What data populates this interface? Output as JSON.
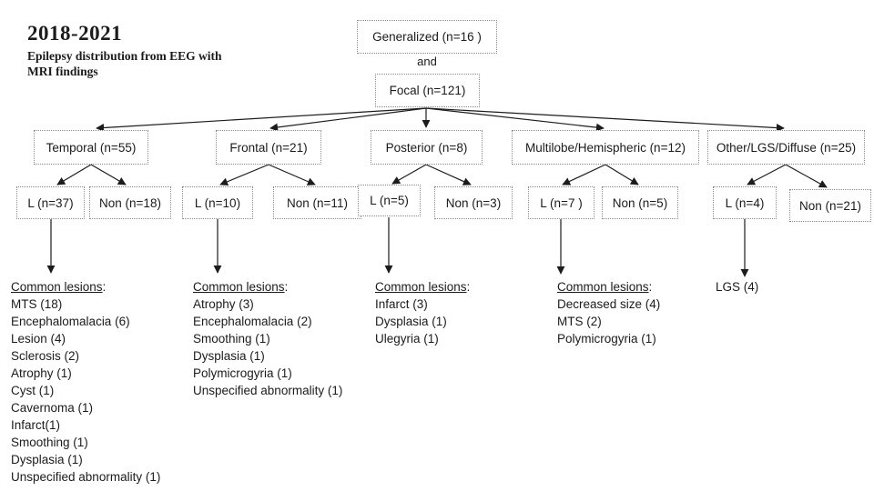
{
  "title": {
    "years": "2018-2021",
    "subtitle_line1": "Epilepsy distribution from EEG with",
    "subtitle_line2": "MRI findings"
  },
  "root": {
    "generalized": "Generalized (n=16 )",
    "connector": "and",
    "focal": "Focal (n=121)"
  },
  "regions": [
    {
      "label": "Temporal (n=55)",
      "lateralized": "L (n=37)",
      "non": "Non (n=18)"
    },
    {
      "label": "Frontal (n=21)",
      "lateralized": "L (n=10)",
      "non": "Non (n=11)"
    },
    {
      "label": "Posterior (n=8)",
      "lateralized": "L (n=5)",
      "non": "Non (n=3)"
    },
    {
      "label": "Multilobe/Hemispheric (n=12)",
      "lateralized": "L (n=7 )",
      "non": "Non (n=5)"
    },
    {
      "label": "Other/LGS/Diffuse (n=25)",
      "lateralized": "L (n=4)",
      "non": "Non (n=21)"
    }
  ],
  "lists": [
    {
      "header": "Common lesions",
      "colon": ":",
      "items": [
        "MTS (18)",
        "Encephalomalacia (6)",
        "Lesion (4)",
        "Sclerosis (2)",
        "Atrophy (1)",
        "Cyst (1)",
        "Cavernoma (1)",
        "Infarct(1)",
        "Smoothing (1)",
        "Dysplasia (1)",
        "Unspecified abnormality (1)"
      ]
    },
    {
      "header": "Common lesions",
      "colon": ":",
      "items": [
        "Atrophy (3)",
        "Encephalomalacia (2)",
        "Smoothing (1)",
        "Dysplasia (1)",
        "Polymicrogyria (1)",
        "Unspecified abnormality (1)"
      ]
    },
    {
      "header": "Common lesions",
      "colon": ":",
      "items": [
        "Infarct (3)",
        "Dysplasia (1)",
        "Ulegyria (1)"
      ]
    },
    {
      "header": "Common lesions",
      "colon": ":",
      "items": [
        "Decreased size (4)",
        "MTS (2)",
        "Polymicrogyria (1)"
      ]
    }
  ],
  "lgs_note": "LGS (4)",
  "colors": {
    "background": "#ffffff",
    "box_border": "#8a8a8a",
    "text": "#1b1b1b",
    "arrow": "#1c1c1c"
  }
}
